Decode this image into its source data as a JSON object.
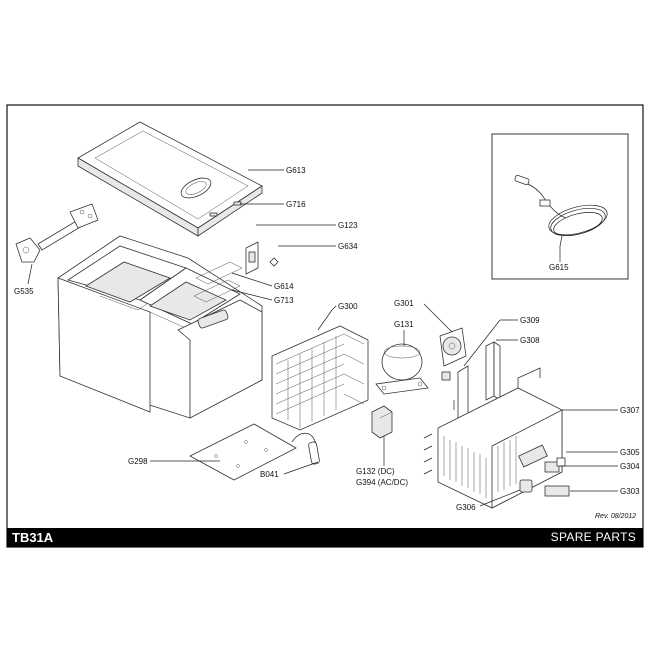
{
  "footer": {
    "model": "TB31A",
    "title": "SPARE PARTS"
  },
  "revision": "Rev. 08/2012",
  "parts": {
    "G613": "G613",
    "G716": "G716",
    "G123": "G123",
    "G634": "G634",
    "G614": "G614",
    "G713": "G713",
    "G535": "G535",
    "G300": "G300",
    "G301": "G301",
    "G131": "G131",
    "G309": "G309",
    "G308": "G308",
    "G307": "G307",
    "G305": "G305",
    "G304": "G304",
    "G303": "G303",
    "G306": "G306",
    "G298": "G298",
    "B041": "B041",
    "G132": "G132 (DC)",
    "G394": "G394 (AC/DC)",
    "G615": "G615"
  }
}
